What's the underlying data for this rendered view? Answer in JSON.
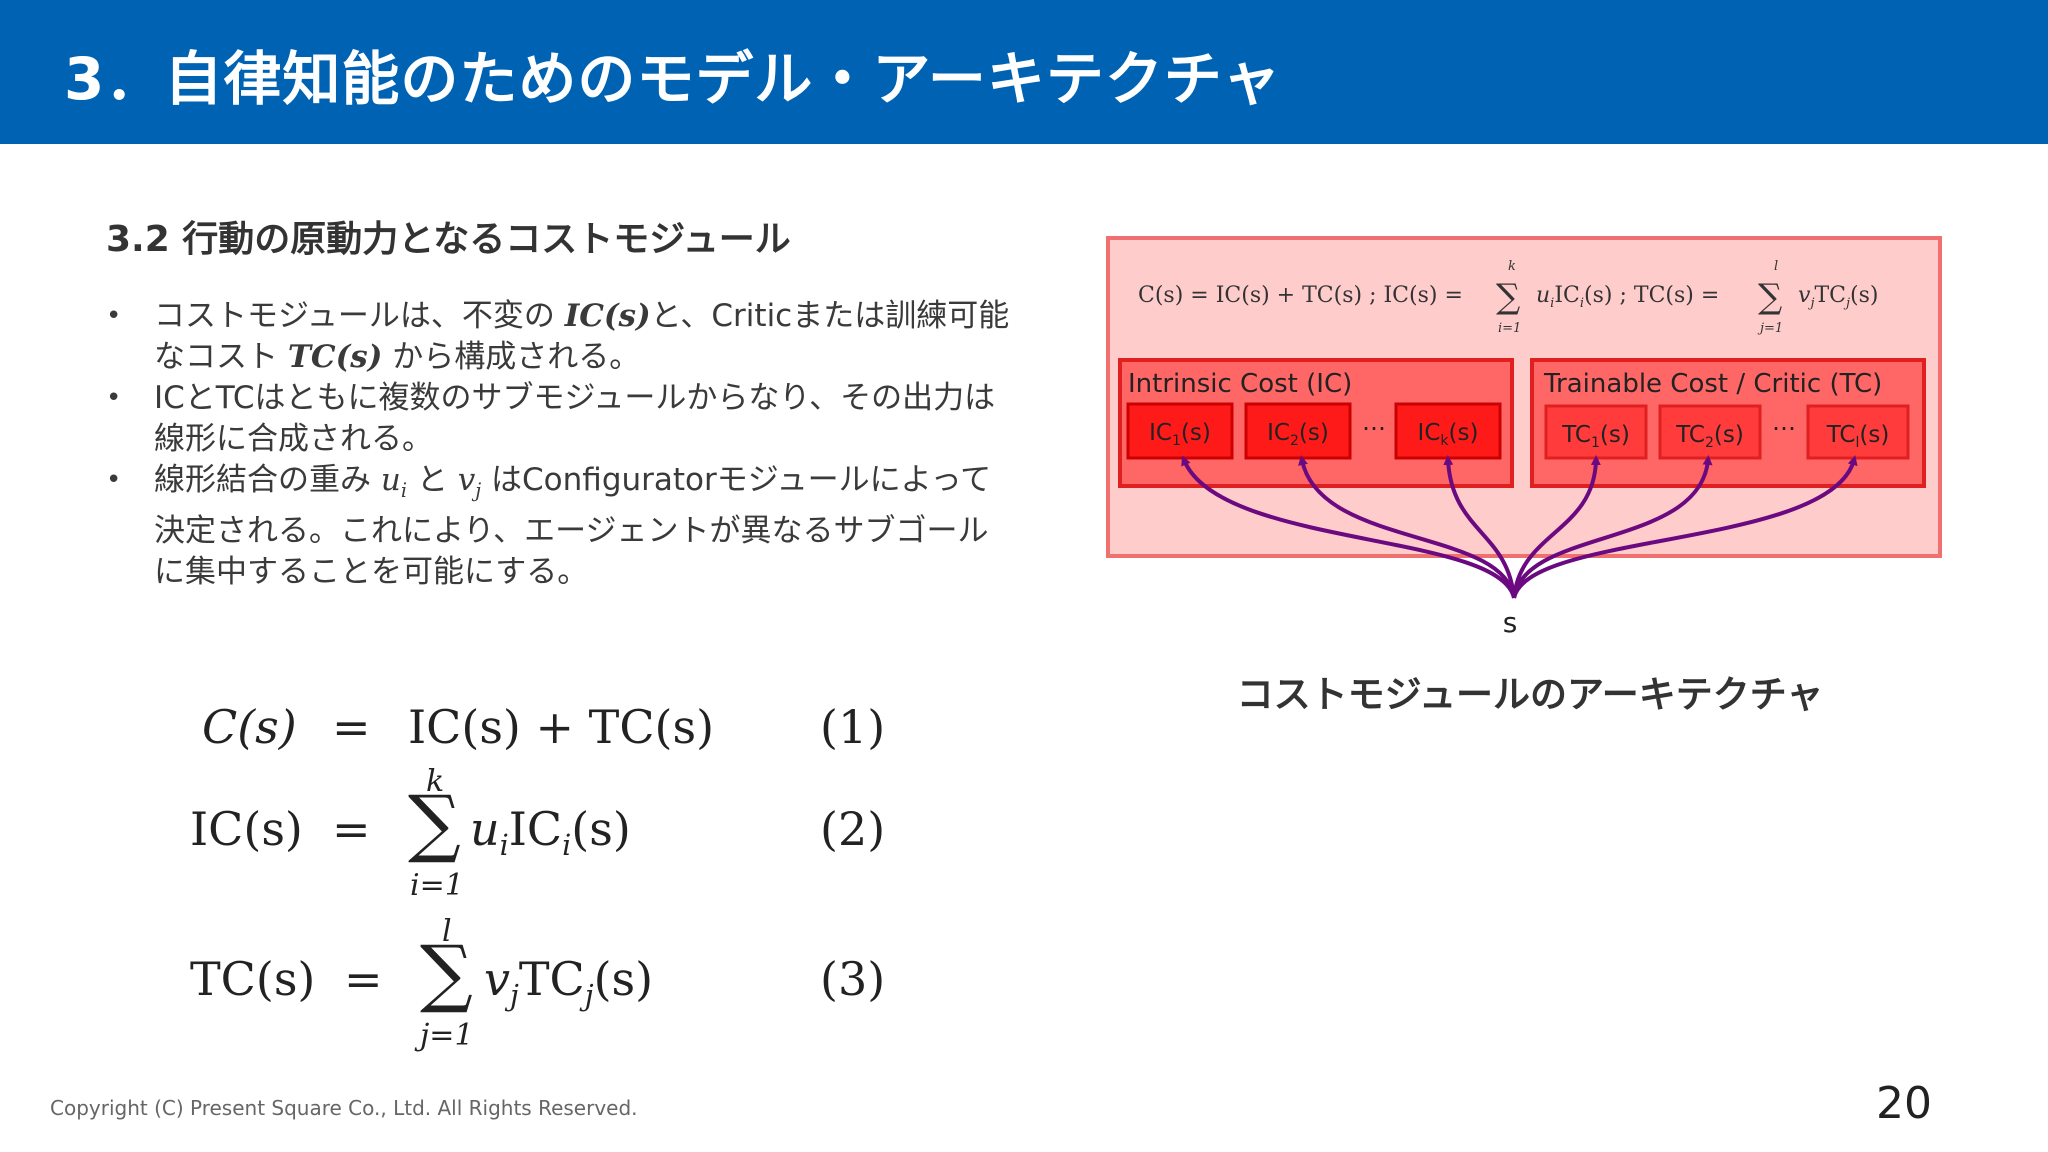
{
  "header": {
    "title": "3．自律知能のためのモデル・アーキテクチャ"
  },
  "section": {
    "subtitle": "3.2 行動の原動力となるコストモジュール"
  },
  "bullets": [
    {
      "pre": "コストモジュールは、不変の ",
      "m1": "IC(s)",
      "mid": "と、Criticまたは訓練可能なコスト ",
      "m2": "TC(s)",
      "post": " から構成される。"
    },
    {
      "text": "ICとTCはともに複数のサブモジュールからなり、その出力は線形に合成される。"
    },
    {
      "pre": "線形結合の重み ",
      "m1": "u",
      "s1": "i",
      "mid": " と ",
      "m2": "v",
      "s2": "j",
      "post": " はConfiguratorモジュールによって決定される。これにより、エージェントが異なるサブゴールに集中することを可能にする。"
    }
  ],
  "equations": [
    {
      "lhs": "C(s)",
      "eq": "=",
      "rhs": "IC(s) + TC(s)",
      "num": "(1)"
    },
    {
      "lhs": "IC(s)",
      "eq": "=",
      "sum_top": "k",
      "sum_bot": "i=1",
      "term": "u",
      "term_sub": "i",
      "term_rest": "IC",
      "term_rest_sub": "i",
      "term_arg": "(s)",
      "num": "(2)"
    },
    {
      "lhs": "TC(s)",
      "eq": "=",
      "sum_top": "l",
      "sum_bot": "j=1",
      "term": "v",
      "term_sub": "j",
      "term_rest": "TC",
      "term_rest_sub": "j",
      "term_arg": "(s)",
      "num": "(3)"
    }
  ],
  "diagram": {
    "formula": {
      "part1": "C(s) = IC(s) + TC(s) ;  IC(s) =",
      "sum1_top": "k",
      "sum1_bot": "i=1",
      "term1": "u",
      "term1_sub": "i",
      "term1_rest": "IC",
      "term1_rest_sub": "i",
      "term1_arg": "(s) ;  TC(s) =",
      "sum2_top": "l",
      "sum2_bot": "j=1",
      "term2": "v",
      "term2_sub": "j",
      "term2_rest": "TC",
      "term2_rest_sub": "j",
      "term2_arg": "(s)"
    },
    "ic_group_label": "Intrinsic Cost (IC)",
    "tc_group_label": "Trainable Cost / Critic (TC)",
    "ic_boxes": [
      {
        "base": "IC",
        "sub": "1",
        "arg": "(s)"
      },
      {
        "base": "IC",
        "sub": "2",
        "arg": "(s)"
      },
      {
        "base": "IC",
        "sub": "k",
        "arg": "(s)"
      }
    ],
    "tc_boxes": [
      {
        "base": "TC",
        "sub": "1",
        "arg": "(s)"
      },
      {
        "base": "TC",
        "sub": "2",
        "arg": "(s)"
      },
      {
        "base": "TC",
        "sub": "l",
        "arg": "(s)"
      }
    ],
    "ellipsis": "…",
    "state_label": "s",
    "caption": "コストモジュールのアーキテクチャ",
    "colors": {
      "outer_fill": "#ffcccc",
      "outer_stroke": "#f07070",
      "group_fill": "#ff6666",
      "group_stroke": "#e02020",
      "box_fill": "#ff1a1a",
      "arrow": "#6b0a80"
    }
  },
  "footer": {
    "copyright": "Copyright (C) Present Square Co., Ltd. All Rights Reserved.",
    "page": "20"
  }
}
